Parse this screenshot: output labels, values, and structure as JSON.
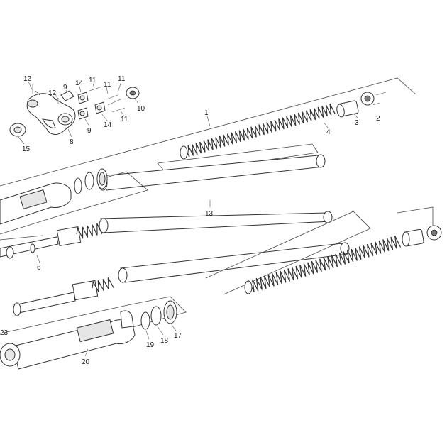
{
  "diagram": {
    "callouts": [
      {
        "id": "c12a",
        "text": "12"
      },
      {
        "id": "c12b",
        "text": "12"
      },
      {
        "id": "c9a",
        "text": "9"
      },
      {
        "id": "c9b",
        "text": "9"
      },
      {
        "id": "c14a",
        "text": "14"
      },
      {
        "id": "c14b",
        "text": "14"
      },
      {
        "id": "c11a",
        "text": "11"
      },
      {
        "id": "c11b",
        "text": "11"
      },
      {
        "id": "c11c",
        "text": "11"
      },
      {
        "id": "c11d",
        "text": "11"
      },
      {
        "id": "c10",
        "text": "10"
      },
      {
        "id": "c8",
        "text": "8"
      },
      {
        "id": "c15",
        "text": "15"
      },
      {
        "id": "c1",
        "text": "1"
      },
      {
        "id": "c2",
        "text": "2"
      },
      {
        "id": "c3",
        "text": "3"
      },
      {
        "id": "c4",
        "text": "4"
      },
      {
        "id": "c13",
        "text": "13"
      },
      {
        "id": "c6",
        "text": "6"
      },
      {
        "id": "c19",
        "text": "19"
      },
      {
        "id": "c18",
        "text": "18"
      },
      {
        "id": "c17",
        "text": "17"
      },
      {
        "id": "c20",
        "text": "20"
      },
      {
        "id": "c23",
        "text": "23"
      }
    ]
  }
}
